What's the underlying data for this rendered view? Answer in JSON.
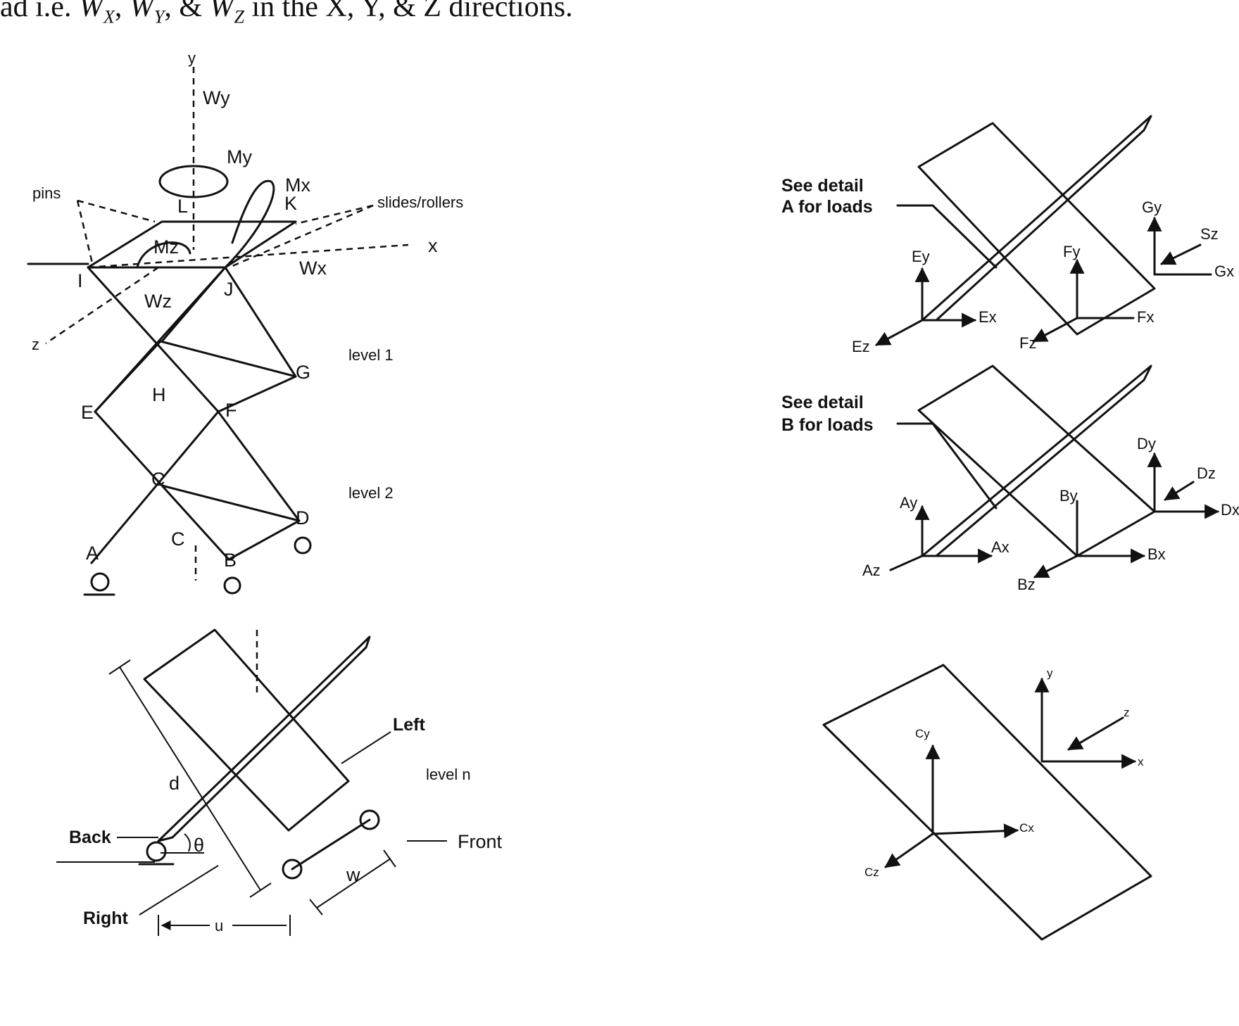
{
  "caption": {
    "prefix": "ad i.e. ",
    "wx": "W",
    "wx_sub": "X",
    "wy": "W",
    "wy_sub": "Y",
    "wz": "W",
    "wz_sub": "Z",
    "sep1": ", ",
    "sep2": ", & ",
    "suffix": " in the X, Y, & Z directions."
  },
  "scissor_lift": {
    "axis_y": "y",
    "axis_x": "x",
    "axis_z": "z",
    "load_wy": "Wy",
    "moment_my": "My",
    "moment_mx": "Mx",
    "moment_mz": "Mz",
    "load_wx": "Wx",
    "load_wz": "Wz",
    "pins_label": "pins",
    "slides_label": "slides/rollers",
    "level1_label": "level 1",
    "level2_label": "level 2",
    "joints": {
      "L": "L",
      "K": "K",
      "I": "I",
      "J": "J",
      "E": "E",
      "H": "H",
      "F": "F",
      "G": "G",
      "C_upper": "C",
      "C_lower": "C",
      "A": "A",
      "B": "B",
      "D": "D"
    }
  },
  "level_n": {
    "d_label": "d",
    "left_label": "Left",
    "level_label": "level n",
    "back_label": "Back",
    "theta_label": "θ",
    "front_label": "Front",
    "w_label": "w",
    "right_label": "Right",
    "u_label": "u"
  },
  "detail_A": {
    "note_line1": "See detail",
    "note_line2": "A for loads",
    "labels": {
      "Ey": "Ey",
      "Ex": "Ex",
      "Ez": "Ez",
      "Fy": "Fy",
      "Fx": "Fx",
      "Fz": "Fz",
      "Gy": "Gy",
      "Gx": "Gx",
      "Sz": "Sz"
    }
  },
  "detail_B": {
    "note_line1": "See detail",
    "note_line2": "B for loads",
    "labels": {
      "Ay": "Ay",
      "Ax": "Ax",
      "Az": "Az",
      "By": "By",
      "Bx": "Bx",
      "Bz": "Bz",
      "Dy": "Dy",
      "Dz": "Dz",
      "Dx": "Dx"
    }
  },
  "single_arm": {
    "labels": {
      "Cy": "Cy",
      "Cx": "Cx",
      "Cz": "Cz",
      "y": "y",
      "z": "z",
      "x": "x"
    }
  }
}
